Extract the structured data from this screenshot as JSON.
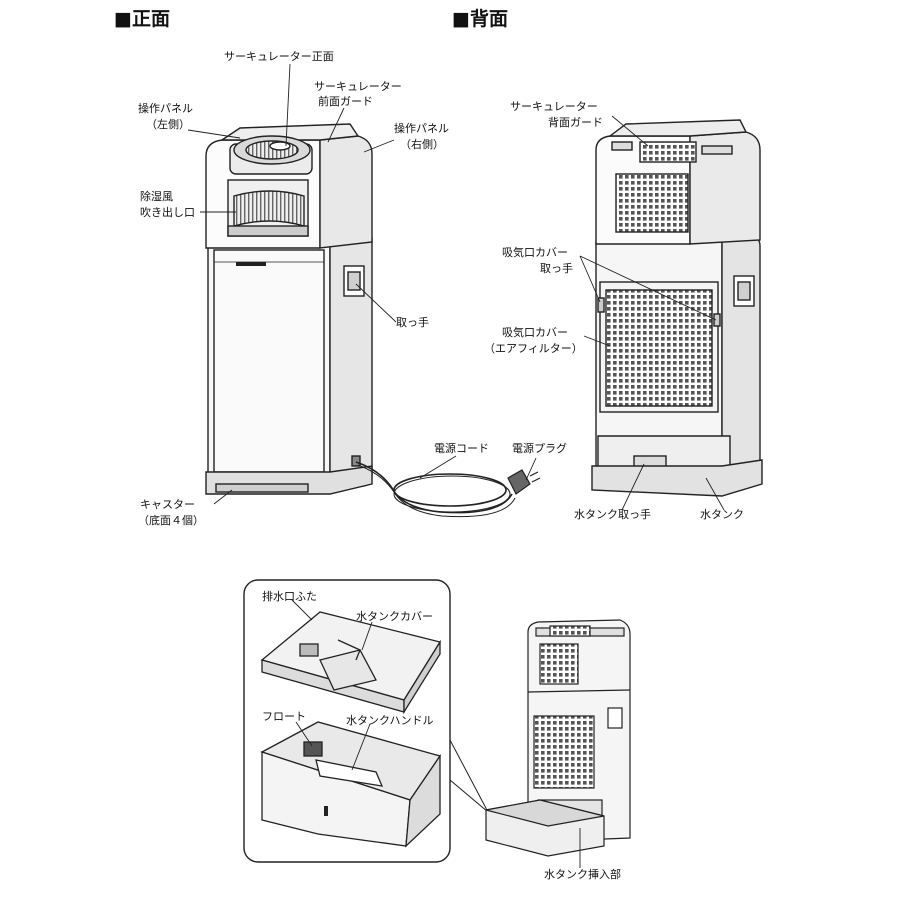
{
  "headings": {
    "front": "■正面",
    "back": "■背面"
  },
  "front_labels": {
    "circulator_front": "サーキュレーター正面",
    "circulator_front_guard_1": "サーキュレーター",
    "circulator_front_guard_2": "前面ガード",
    "panel_left_1": "操作パネル",
    "panel_left_2": "（左側）",
    "panel_right_1": "操作パネル",
    "panel_right_2": "（右側）",
    "outlet_1": "除湿風",
    "outlet_2": "吹き出し口",
    "handle": "取っ手",
    "cord": "電源コード",
    "plug": "電源プラグ",
    "caster_1": "キャスター",
    "caster_2": "（底面４個）"
  },
  "back_labels": {
    "rear_guard_1": "サーキュレーター",
    "rear_guard_2": "背面ガード",
    "intake_handle_1": "吸気口カバー",
    "intake_handle_2": "取っ手",
    "intake_cover_1": "吸気口カバー",
    "intake_cover_2": "（エアフィルター）",
    "tank_handle": "水タンク取っ手",
    "tank": "水タンク"
  },
  "detail_labels": {
    "drain_cap": "排水口ふた",
    "tank_cover": "水タンクカバー",
    "float": "フロート",
    "tank_handle": "水タンクハンドル",
    "tank_slot": "水タンク挿入部"
  },
  "colors": {
    "line": "#222222",
    "light": "#f1f1f1",
    "mid": "#d8d8d8",
    "dark": "#555555"
  }
}
